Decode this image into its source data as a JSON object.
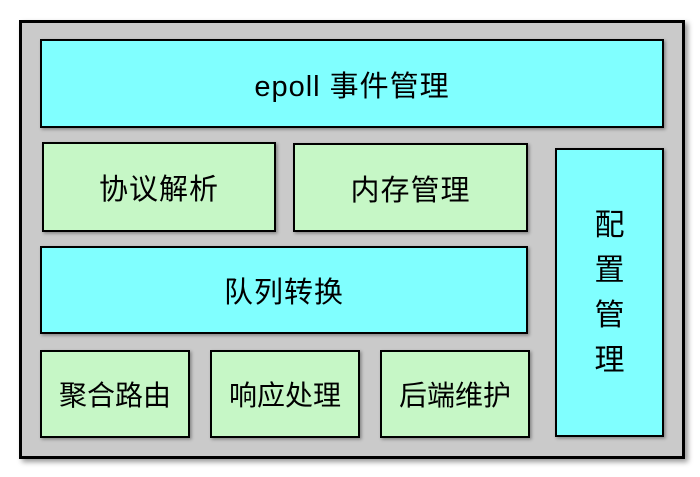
{
  "diagram": {
    "blocks": {
      "epoll": "epoll 事件管理",
      "protocol": "协议解析",
      "memory": "内存管理",
      "queue": "队列转换",
      "aggregate_route": "聚合路由",
      "response": "响应处理",
      "backend": "后端维护",
      "config": "配置管理"
    },
    "colors": {
      "cyan": "#80FFFF",
      "green": "#C6F7C6",
      "panel_background": "#CACACA",
      "border": "#000000"
    }
  }
}
